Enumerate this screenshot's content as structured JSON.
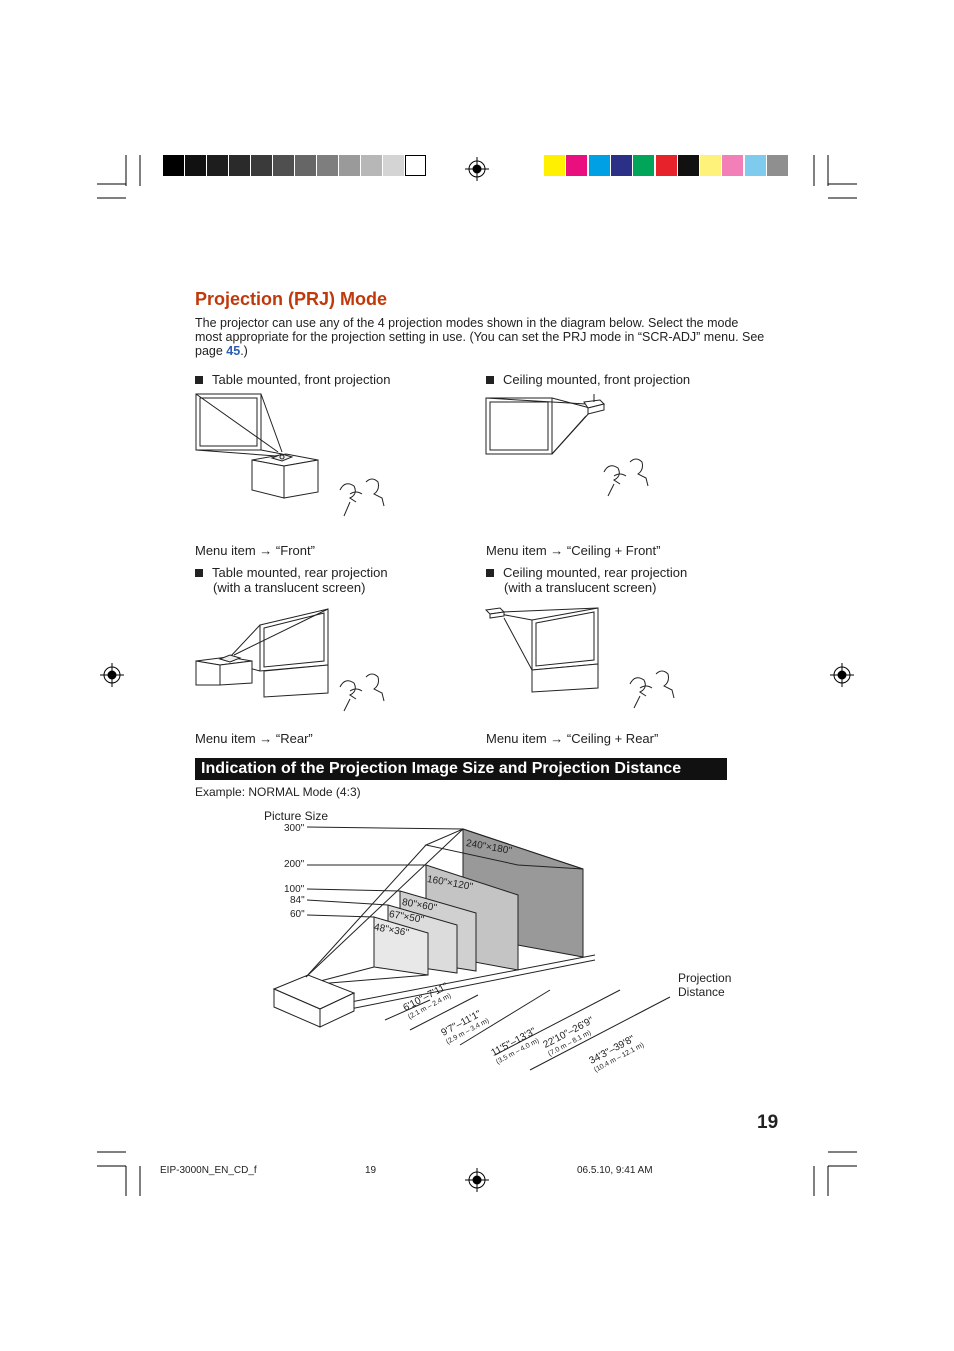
{
  "section1": {
    "title": "Projection (PRJ) Mode",
    "intro_text": "The projector can use any of the 4 projection modes shown in the diagram below. Select the mode most appropriate for the projection setting in use.  (You can set the PRJ mode in “SCR-ADJ” menu. See page ",
    "intro_link": "45",
    "intro_end": ".)"
  },
  "modes": [
    {
      "caption": "Table mounted, front projection",
      "caption2": "",
      "menu_prefix": "Menu item → ",
      "menu_value": "“Front”"
    },
    {
      "caption": "Ceiling mounted, front projection",
      "caption2": "",
      "menu_prefix": "Menu item → ",
      "menu_value": "“Ceiling + Front”"
    },
    {
      "caption": "Table  mounted,  rear  projection",
      "caption2": "(with a translucent screen)",
      "menu_prefix": "Menu item → ",
      "menu_value": "“Rear”"
    },
    {
      "caption": "Ceiling  mounted,  rear  projection",
      "caption2": "(with a translucent screen)",
      "menu_prefix": "Menu item → ",
      "menu_value": "“Ceiling + Rear”"
    }
  ],
  "section2": {
    "title": "Indication of the Projection Image Size and Projection Distance",
    "example": "Example: NORMAL Mode (4:3)"
  },
  "diagram": {
    "picture_size_label": "Picture Size",
    "projection_distance_label_1": "Projection",
    "projection_distance_label_2": "Distance",
    "sizes": [
      "300\"",
      "200\"",
      "100\"",
      "84\"",
      "60\""
    ],
    "screens": [
      "240\"×180\"",
      "160\"×120\"",
      "80\"×60\"",
      "67\"×50\"",
      "48\"×36\""
    ],
    "distances": [
      {
        "ft": "6'10\"–7'11\"",
        "m": "(2.1 m – 2.4 m)"
      },
      {
        "ft": "9'7\"–11'1\"",
        "m": "(2.9 m – 3.4 m)"
      },
      {
        "ft": "11'5\"–13'3\"",
        "m": "(3.5 m – 4.0 m)"
      },
      {
        "ft": "22'10\"–26'9\"",
        "m": "(7.0 m – 8.1 m)"
      },
      {
        "ft": "34'3\"–39'8\"",
        "m": "(10.4 m – 12.1 m)"
      }
    ]
  },
  "page_number": "19",
  "footer": {
    "file": "EIP-3000N_EN_CD_f",
    "page": "19",
    "datetime": "06.5.10, 9:41 AM"
  },
  "colors": {
    "title_color": "#c0390b",
    "link_color": "#2a5fb0",
    "gray_bar": [
      "#000000",
      "#111111",
      "#1d1d1d",
      "#2a2a2a",
      "#3a3a3a",
      "#4f4f4f",
      "#666666",
      "#7e7e7e",
      "#9a9a9a",
      "#b7b7b7",
      "#d4d4d4",
      "#ffffff"
    ],
    "color_bar": [
      "#ffef00",
      "#ea0f7e",
      "#00a0e4",
      "#2b2f86",
      "#00a55a",
      "#e8222a",
      "#111111",
      "#fff27a",
      "#f27fb8",
      "#7ecbee",
      "#8f8f8f"
    ]
  }
}
